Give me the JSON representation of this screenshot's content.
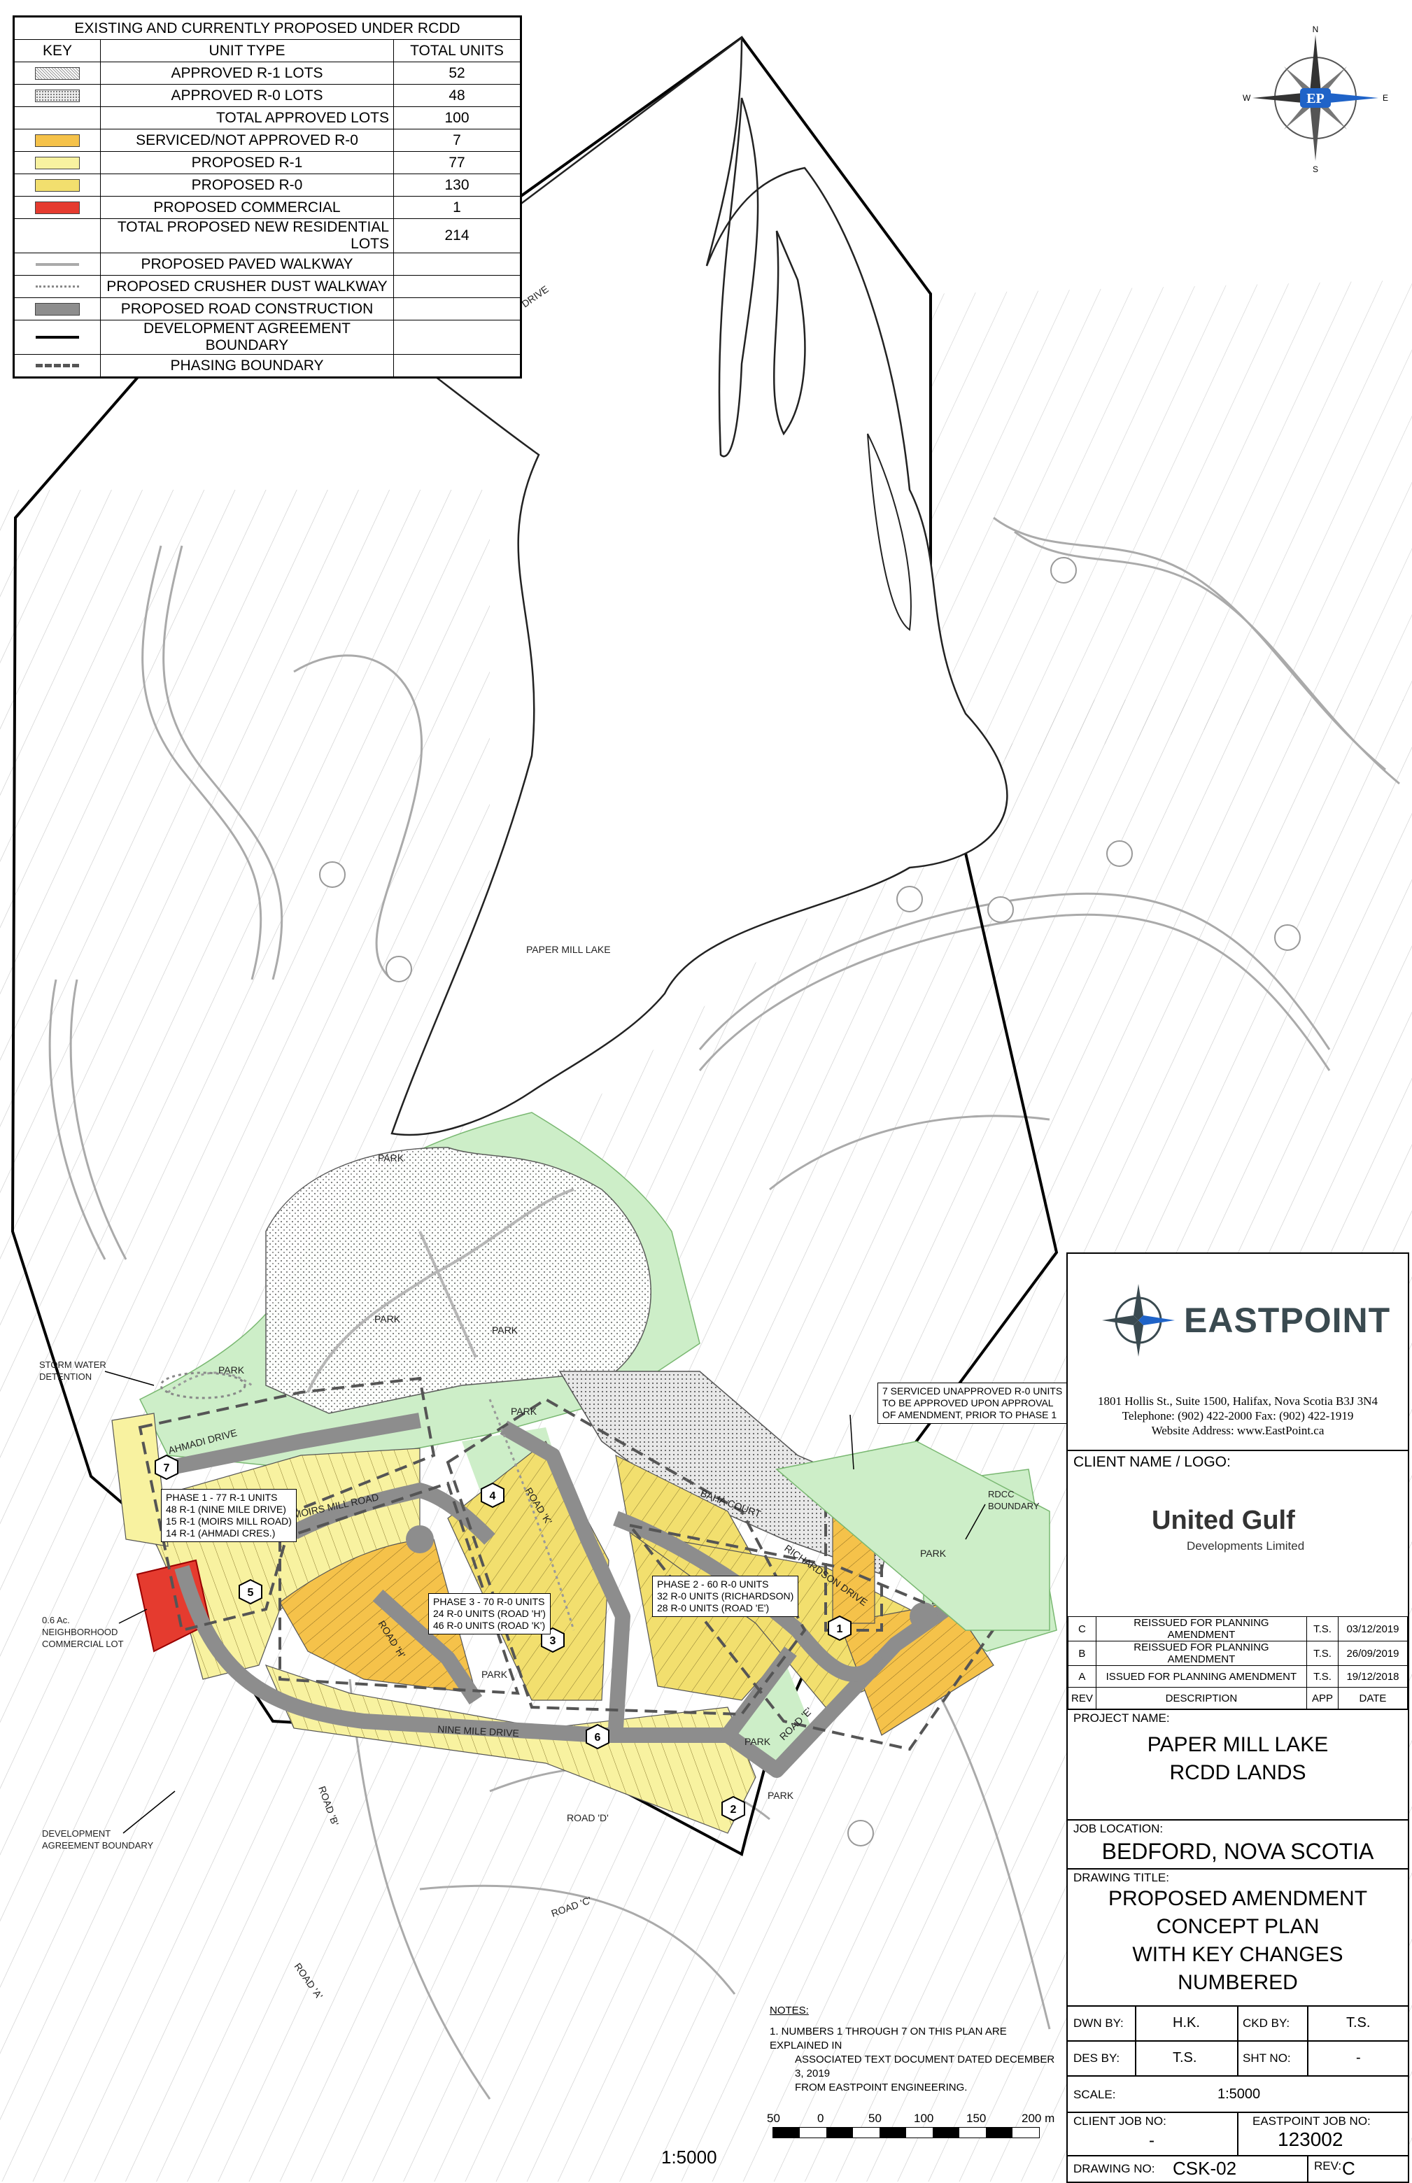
{
  "legend": {
    "title": "EXISTING AND CURRENTLY PROPOSED UNDER RCDD",
    "headers": [
      "KEY",
      "UNIT TYPE",
      "TOTAL UNITS"
    ],
    "rows": [
      {
        "key": "stipple-dense",
        "label": "APPROVED R-1 LOTS",
        "total": "52"
      },
      {
        "key": "stipple-light",
        "label": "APPROVED R-0 LOTS",
        "total": "48"
      },
      {
        "key": "none",
        "label": "TOTAL APPROVED LOTS",
        "total": "100"
      },
      {
        "key": "#f5c24a",
        "label": "SERVICED/NOT APPROVED R-0",
        "total": "7"
      },
      {
        "key": "#f8f2a0",
        "label": "PROPOSED R-1",
        "total": "77"
      },
      {
        "key": "#f2df6e",
        "label": "PROPOSED R-0",
        "total": "130"
      },
      {
        "key": "#e53b2f",
        "label": "PROPOSED COMMERCIAL",
        "total": "1"
      },
      {
        "key": "none",
        "label": "TOTAL PROPOSED NEW RESIDENTIAL LOTS",
        "total": "214"
      },
      {
        "key": "line-gray",
        "label": "PROPOSED PAVED WALKWAY",
        "total": ""
      },
      {
        "key": "line-dotted",
        "label": "PROPOSED CRUSHER DUST WALKWAY",
        "total": ""
      },
      {
        "key": "fill-gray",
        "label": "PROPOSED ROAD CONSTRUCTION",
        "total": ""
      },
      {
        "key": "line-black",
        "label": "DEVELOPMENT AGREEMENT BOUNDARY",
        "total": ""
      },
      {
        "key": "line-dashed",
        "label": "PHASING BOUNDARY",
        "total": ""
      }
    ]
  },
  "compass": {
    "n": "N",
    "s": "S",
    "e": "E",
    "w": "W",
    "logo": "EP"
  },
  "map_labels": {
    "lake": "PAPER MILL LAKE",
    "drive": "DRIVE",
    "park": "PARK",
    "storm": [
      "STORM WATER",
      "DETENTION"
    ],
    "commercial": [
      "0.6 Ac.",
      "NEIGHBORHOOD",
      "COMMERCIAL LOT"
    ],
    "dev_boundary": [
      "DEVELOPMENT",
      "AGREEMENT BOUNDARY"
    ],
    "rdcc": [
      "RDCC",
      "BOUNDARY"
    ],
    "ahmadi": "AHMADI DRIVE",
    "moirs": "MOIRS MILL ROAD",
    "road_k": "ROAD 'K'",
    "road_h": "ROAD 'H'",
    "richardson": "RICHARDSON DRIVE",
    "baha": "BAHA COURT",
    "nine_mile": "NINE MILE DRIVE",
    "road_e": "ROAD 'E'",
    "road_b": "ROAD 'B'",
    "road_d": "ROAD 'D'",
    "road_c": "ROAD 'C'",
    "road_a": "ROAD 'A'"
  },
  "phases": {
    "p1": [
      "PHASE 1 - 77 R-1 UNITS",
      "48 R-1 (NINE MILE DRIVE)",
      "15 R-1 (MOIRS MILL ROAD)",
      "14 R-1 (AHMADI CRES.)"
    ],
    "p2": [
      "PHASE 2 - 60 R-0 UNITS",
      "32 R-0 UNITS (RICHARDSON)",
      "28 R-0 UNITS (ROAD 'E')"
    ],
    "p3": [
      "PHASE 3 - 70 R-0 UNITS",
      "24 R-0 UNITS (ROAD 'H')",
      "46 R-0 UNITS (ROAD 'K')"
    ],
    "serviced": [
      "7 SERVICED UNAPPROVED R-0 UNITS",
      "TO BE APPROVED UPON APPROVAL",
      "OF AMENDMENT, PRIOR TO PHASE 1"
    ]
  },
  "markers": [
    "1",
    "2",
    "3",
    "4",
    "5",
    "6",
    "7"
  ],
  "notes": {
    "title": "NOTES:",
    "items": [
      "1.     NUMBERS 1 THROUGH 7 ON THIS PLAN ARE EXPLAINED IN",
      "ASSOCIATED TEXT DOCUMENT DATED DECEMBER 3, 2019",
      "FROM EASTPOINT ENGINEERING."
    ]
  },
  "scale": {
    "ticks": [
      "50",
      "0",
      "50",
      "100",
      "150",
      "200 m"
    ],
    "label": "1:5000"
  },
  "titleblock": {
    "company": "EASTPOINT",
    "address": [
      "1801 Hollis St., Suite 1500, Halifax, Nova Scotia B3J 3N4",
      "Telephone: (902) 422-2000 Fax: (902) 422-1919",
      "Website Address: www.EastPoint.ca"
    ],
    "client_label": "CLIENT NAME / LOGO:",
    "client": "United Gulf",
    "client_sub": "Developments Limited",
    "revisions": [
      {
        "rev": "C",
        "desc": "REISSUED FOR PLANNING AMENDMENT",
        "app": "T.S.",
        "date": "03/12/2019"
      },
      {
        "rev": "B",
        "desc": "REISSUED FOR PLANNING AMENDMENT",
        "app": "T.S.",
        "date": "26/09/2019"
      },
      {
        "rev": "A",
        "desc": "ISSUED FOR PLANNING AMENDMENT",
        "app": "T.S.",
        "date": "19/12/2018"
      }
    ],
    "rev_headers": [
      "REV",
      "DESCRIPTION",
      "APP",
      "DATE"
    ],
    "project_label": "PROJECT NAME:",
    "project": [
      "PAPER MILL LAKE",
      "RCDD LANDS"
    ],
    "location_label": "JOB LOCATION:",
    "location": "BEDFORD, NOVA SCOTIA",
    "drawing_title_label": "DRAWING TITLE:",
    "drawing_title": [
      "PROPOSED AMENDMENT",
      "CONCEPT PLAN",
      "WITH KEY CHANGES",
      "NUMBERED"
    ],
    "dwn_by_label": "DWN BY:",
    "dwn_by": "H.K.",
    "ckd_by_label": "CKD BY:",
    "ckd_by": "T.S.",
    "des_by_label": "DES BY:",
    "des_by": "T.S.",
    "sht_no_label": "SHT NO:",
    "sht_no": "-",
    "scale_label": "SCALE:",
    "scale": "1:5000",
    "client_job_label": "CLIENT JOB NO:",
    "client_job": "-",
    "ep_job_label": "EASTPOINT JOB NO:",
    "ep_job": "123002",
    "drawing_no_label": "DRAWING NO:",
    "drawing_no": "CSK-02",
    "rev_label": "REV:",
    "rev": "C"
  }
}
